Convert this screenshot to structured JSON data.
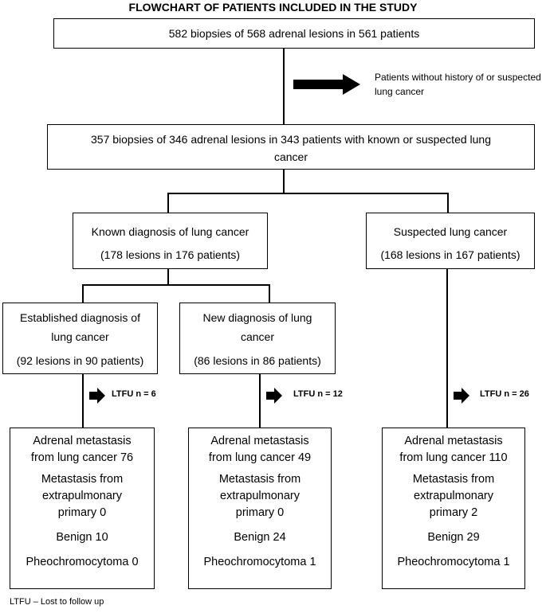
{
  "title": "FLOWCHART OF PATIENTS INCLUDED IN THE STUDY",
  "top_box": "582 biopsies of 568 adrenal lesions in 561 patients",
  "excluded_note": {
    "line1": "Patients without history of",
    "line2": "or suspected lung cancer"
  },
  "second_box": {
    "line1": "357 biopsies of 346 adrenal lesions in 343 patients with known or suspected lung",
    "line2": "cancer"
  },
  "known_box": {
    "line1": "Known diagnosis of lung cancer",
    "line2": "(178 lesions in 176 patients)"
  },
  "suspected_box": {
    "line1": "Suspected lung cancer",
    "line2": "(168 lesions in 167 patients)"
  },
  "established_box": {
    "line1": "Established diagnosis of",
    "line2": "lung cancer",
    "line3": "(92 lesions in 90 patients)"
  },
  "new_box": {
    "line1": "New diagnosis of lung",
    "line2": "cancer",
    "line3": "(86 lesions in 86 patients)"
  },
  "ltfu": [
    {
      "label": "LTFU",
      "count": "n = 6"
    },
    {
      "label": "LTFU",
      "count": "n = 12"
    },
    {
      "label": "LTFU",
      "count": "n = 26"
    }
  ],
  "outcomes": [
    {
      "met1": "Adrenal metastasis",
      "met2": "from lung cancer 76",
      "extra1": "Metastasis from",
      "extra2": "extrapulmonary",
      "extra3": "primary 0",
      "benign": "Benign 10",
      "pheo": "Pheochromocytoma 0"
    },
    {
      "met1": "Adrenal metastasis",
      "met2": "from lung cancer 49",
      "extra1": "Metastasis from",
      "extra2": "extrapulmonary",
      "extra3": "primary 0",
      "benign": "Benign 24",
      "pheo": "Pheochromocytoma 1"
    },
    {
      "met1": "Adrenal metastasis",
      "met2": "from lung cancer 110",
      "extra1": "Metastasis from",
      "extra2": "extrapulmonary",
      "extra3": "primary 2",
      "benign": "Benign 29",
      "pheo": "Pheochromocytoma 1"
    }
  ],
  "footer": "LTFU – Lost to follow up"
}
